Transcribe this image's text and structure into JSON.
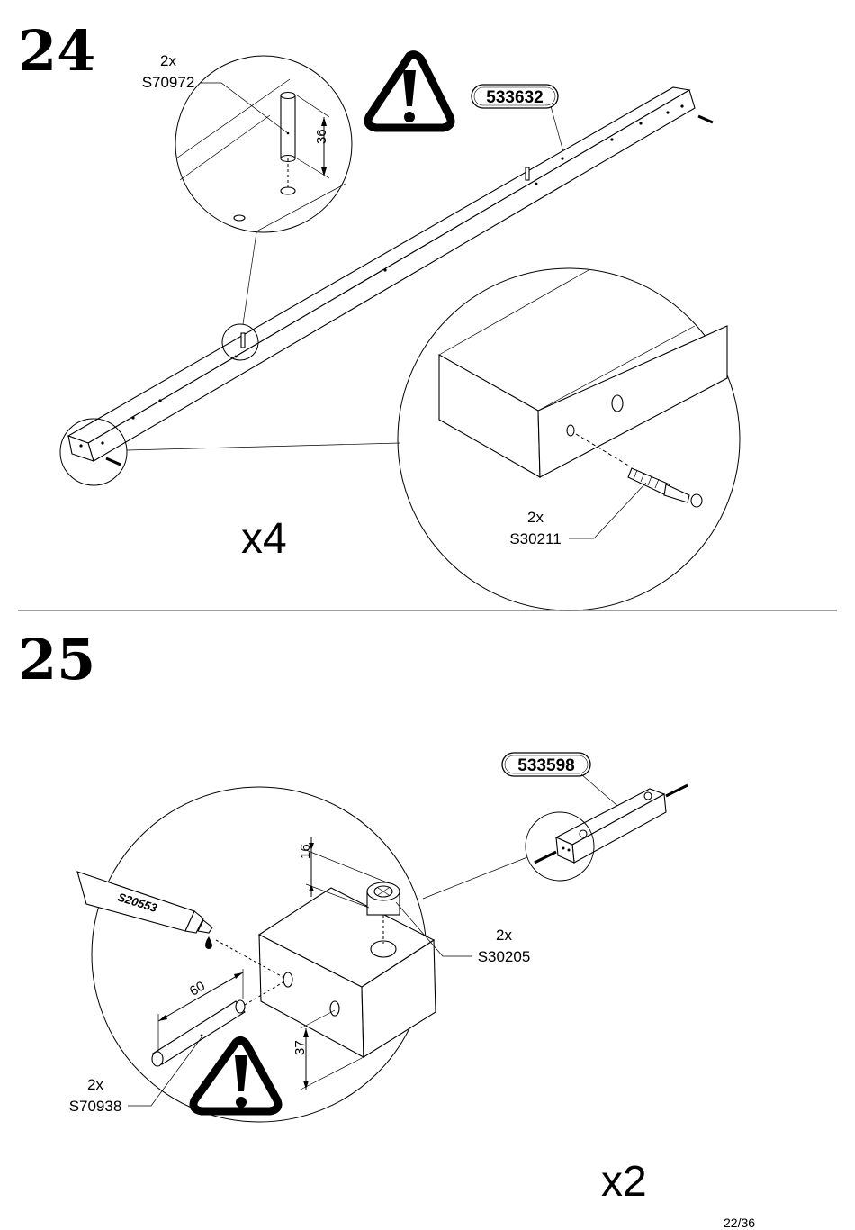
{
  "page_number": "22/36",
  "steps": [
    {
      "number": "24",
      "part_id": "533632",
      "multiplier": "x4",
      "callouts": [
        {
          "qty": "2x",
          "code": "S70972"
        },
        {
          "qty": "2x",
          "code": "S30211"
        }
      ],
      "dimensions": [
        "36"
      ],
      "warning_icon": "exclamation-triangle-icon"
    },
    {
      "number": "25",
      "part_id": "533598",
      "multiplier": "x2",
      "glue_label": "S20553",
      "callouts": [
        {
          "qty": "2x",
          "code": "S30205"
        },
        {
          "qty": "2x",
          "code": "S70938"
        }
      ],
      "dimensions": [
        "16",
        "60",
        "37"
      ],
      "warning_icon": "exclamation-triangle-icon"
    }
  ]
}
